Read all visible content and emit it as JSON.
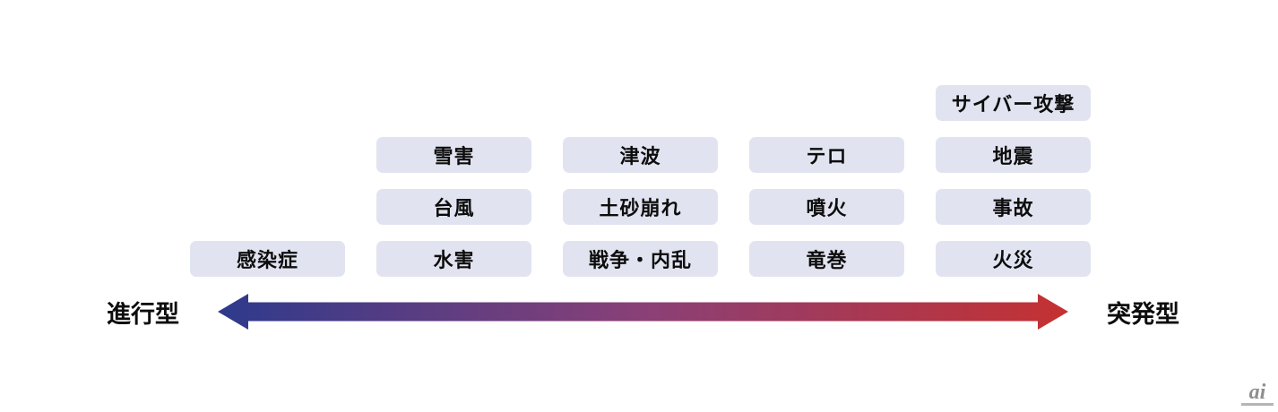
{
  "diagram": {
    "description_type": "spectrum-diagram",
    "box_bg": "#E1E4F0",
    "text_color": "#0d0d0d",
    "axis": {
      "left_label": "進行型",
      "right_label": "突発型",
      "gradient_start": "#2E3A8C",
      "gradient_mid": "#8A4077",
      "gradient_end": "#C43131"
    },
    "boxes": [
      {
        "label": "感染症",
        "col": 1,
        "row": 4
      },
      {
        "label": "雪害",
        "col": 2,
        "row": 2
      },
      {
        "label": "台風",
        "col": 2,
        "row": 3
      },
      {
        "label": "水害",
        "col": 2,
        "row": 4
      },
      {
        "label": "津波",
        "col": 3,
        "row": 2
      },
      {
        "label": "土砂崩れ",
        "col": 3,
        "row": 3
      },
      {
        "label": "戦争・内乱",
        "col": 3,
        "row": 4
      },
      {
        "label": "テロ",
        "col": 4,
        "row": 2
      },
      {
        "label": "噴火",
        "col": 4,
        "row": 3
      },
      {
        "label": "竜巻",
        "col": 4,
        "row": 4
      },
      {
        "label": "サイバー攻撃",
        "col": 5,
        "row": 1
      },
      {
        "label": "地震",
        "col": 5,
        "row": 2
      },
      {
        "label": "事故",
        "col": 5,
        "row": 3
      },
      {
        "label": "火災",
        "col": 5,
        "row": 4
      }
    ]
  },
  "footer": {
    "logo_text": "ai"
  }
}
